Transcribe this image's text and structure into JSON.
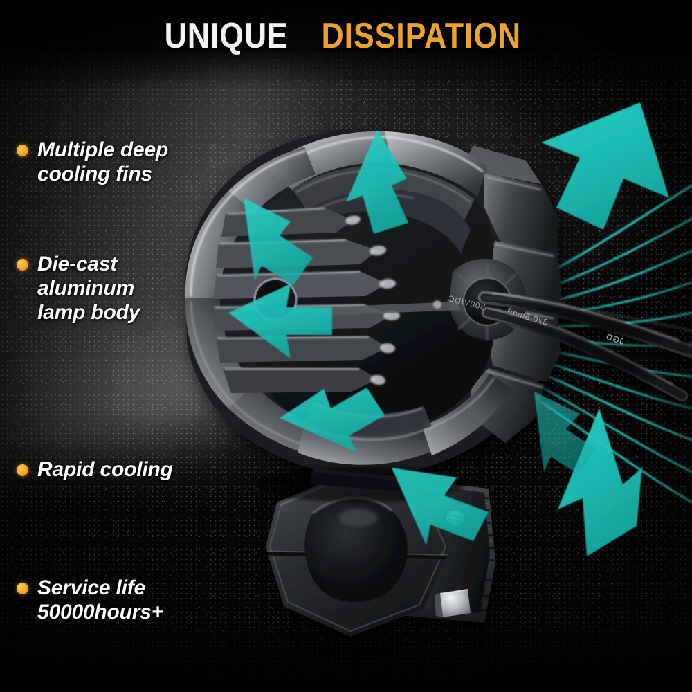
{
  "title": {
    "part1": "UNIQUE",
    "part2": "DISSIPATION"
  },
  "colors": {
    "title_white": "#f4f3f1",
    "title_orange": "#eda327",
    "bullet_dot": "#f3a11e",
    "arrow_teal": "#1fc4bb",
    "speed_line_teal": "#1fb9b1",
    "background": "#060606",
    "lamp_body_light": "#b9bcbd",
    "lamp_body_dark": "#2a2d30"
  },
  "features": [
    {
      "bullet": "bullet-dot",
      "lines": [
        "Multiple deep",
        "cooling fins"
      ]
    },
    {
      "bullet": "bullet-dot",
      "lines": [
        "Die-cast",
        "aluminum",
        "lamp body"
      ]
    },
    {
      "bullet": "bullet-dot",
      "lines": [
        "Rapid cooling"
      ]
    },
    {
      "bullet": "bullet-dot",
      "lines": [
        "Service life",
        "50000hours+"
      ]
    }
  ],
  "product": {
    "name": "led-driving-lamp-heatsink",
    "view": "rear three-quarter view of finned die-cast aluminum LED lamp body",
    "mount": "hexagonal handlebar clamp bracket",
    "cable_marking": "JGD  3x0.5mm²  300V/DC",
    "fasteners": [
      "adjustment-screw",
      "clamp-bolt"
    ]
  },
  "airflow": {
    "label": "heat dissipation arrows",
    "arrow_count": 8,
    "speed_line_count": 11
  }
}
